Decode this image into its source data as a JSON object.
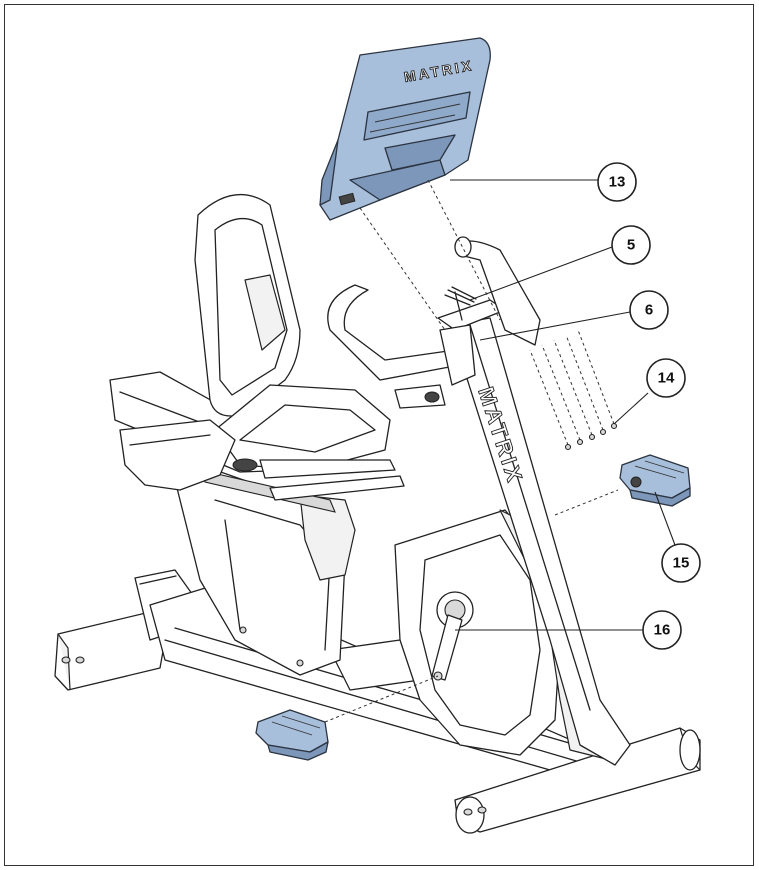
{
  "colors": {
    "highlight_blue": "#a8bfdc",
    "highlight_blue_dark": "#7d97ba",
    "outline": "#222222"
  },
  "brand": {
    "console_logo": "MATRIX",
    "frame_logo": "MATRIX"
  },
  "callouts": [
    {
      "id": "13",
      "label": "13",
      "part": "console"
    },
    {
      "id": "5",
      "label": "5",
      "part": "cables"
    },
    {
      "id": "6",
      "label": "6",
      "part": "console-mast"
    },
    {
      "id": "14",
      "label": "14",
      "part": "screws"
    },
    {
      "id": "15",
      "label": "15",
      "part": "right-pedal"
    },
    {
      "id": "16",
      "label": "16",
      "part": "crank-arm"
    }
  ]
}
